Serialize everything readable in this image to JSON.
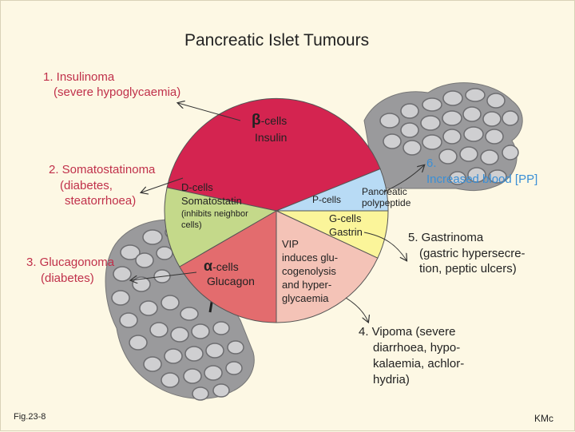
{
  "title": "Pancreatic  Islet  Tumours",
  "fig_label": "Fig.23-8",
  "author": "KMc",
  "tumours": [
    {
      "line1": "1. Insulinoma",
      "line2": "(severe hypoglycaemia)"
    },
    {
      "line1": "2. Somatostatinoma",
      "line2": "(diabetes,",
      "line3": "steatorrhoea)"
    },
    {
      "line1": "3. Glucagonoma",
      "line2": "(diabetes)"
    },
    {
      "line1": "4. Vipoma (severe",
      "line2": "diarrhoea, hypo-",
      "line3": "kalaemia, achlor-",
      "line4": "hydria)"
    },
    {
      "line1": "5. Gastrinoma",
      "line2": "(gastric hypersecre-",
      "line3": "tion, peptic ulcers)"
    },
    {
      "line1": "6.",
      "line2": "Increased blood [PP]"
    }
  ],
  "cells": {
    "beta": {
      "symbol": "β",
      "line1": "-cells",
      "line2": "Insulin"
    },
    "delta": {
      "line1": "D-cells",
      "line2": "Somatostatin",
      "line3": "(inhibits neighbor",
      "line4": "cells)"
    },
    "alpha": {
      "symbol": "α",
      "line1": "-cells",
      "line2": "Glucagon"
    },
    "vip": {
      "line1": "VIP",
      "line2": "induces glu-",
      "line3": "cogenolysis",
      "line4": "and hyper-",
      "line5": "glycaemia"
    },
    "gcell": {
      "line1": "G-cells",
      "line2": "Gastrin"
    },
    "pcell": {
      "line1": "P-cells",
      "line2a": "Pancreatic",
      "line2b": "polypeptide"
    }
  },
  "colors": {
    "background": "#fdf8e4",
    "beta": "#d42450",
    "delta": "#c4d98a",
    "alpha": "#e36c6e",
    "vip": "#f4c3b7",
    "gcell": "#fbf59a",
    "pcell": "#b8dbf5",
    "tissue": "#a8a8aa"
  }
}
